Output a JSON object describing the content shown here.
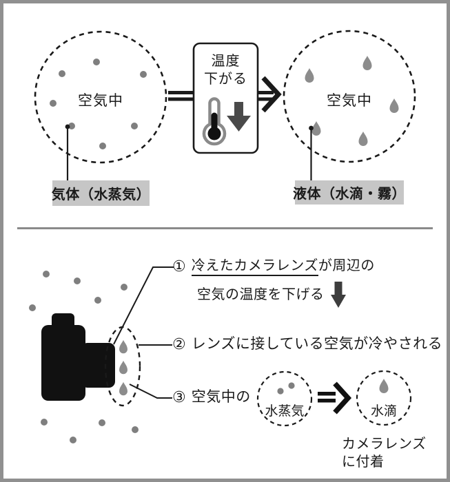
{
  "top_section": {
    "left_circle_label": "空気中",
    "left_caption": "気体（水蒸気）",
    "process_box_line1": "温度",
    "process_box_line2": "下がる",
    "right_circle_label": "空気中",
    "right_caption": "液体（水滴・霧）"
  },
  "bottom_section": {
    "step1_number": "①",
    "step1_text_underlined": "冷えたカメラレンズ",
    "step1_text_rest": "が周辺の",
    "step1_line2": "空気の温度を下げる",
    "step2_number": "②",
    "step2_text": "レンズに接している空気が冷やされる",
    "step3_number": "③",
    "step3_text": "空気中の",
    "vapor_circle_label": "水蒸気",
    "droplet_circle_label": "水滴",
    "attach_caption_line1": "カメラレンズ",
    "attach_caption_line2": "に付着"
  },
  "icons": {
    "thermometer": "thermometer-icon",
    "temperature_down_arrow": "down-arrow-icon",
    "equals_connector": "equals-connector",
    "double_right_arrow": "double-right-arrow-icon",
    "camera": "camera-icon",
    "water_droplet": "droplet-icon",
    "vapor_particle": "dot-icon"
  },
  "colors": {
    "ink": "#1a1a1a",
    "particle_gray": "#7f7f7f",
    "droplet_gray": "#8c8c8c",
    "caption_bg": "#c6c6c6",
    "frame_gray": "#909090",
    "dark_arrow": "#4a4a4a",
    "thermometer_outline": "#8a8a8a"
  }
}
